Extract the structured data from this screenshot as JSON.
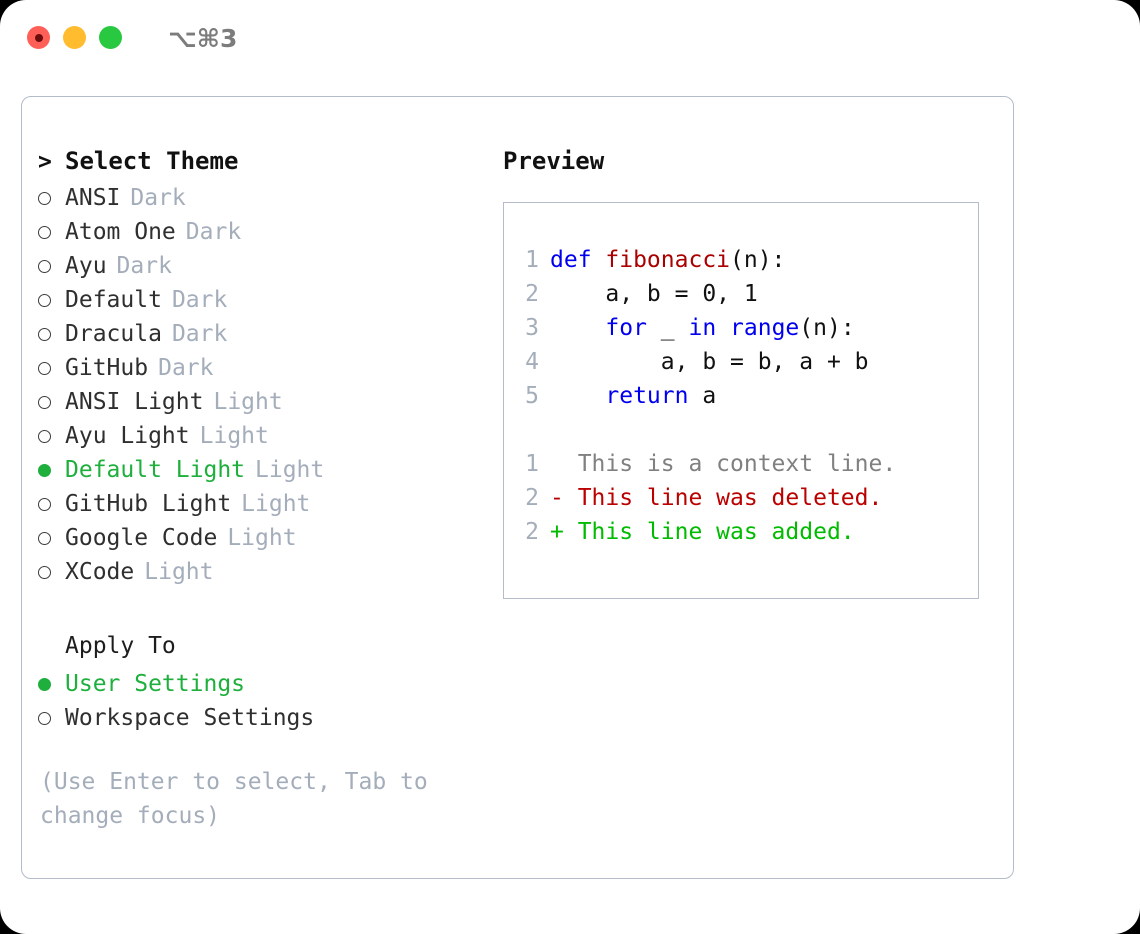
{
  "titlebar": {
    "shortcut": "⌥⌘3",
    "lights": [
      {
        "name": "close",
        "color": "#ff5f57"
      },
      {
        "name": "minimize",
        "color": "#febc2e"
      },
      {
        "name": "maximize",
        "color": "#28c840"
      }
    ]
  },
  "theme_picker": {
    "header_marker": ">",
    "header": "Select Theme",
    "items": [
      {
        "marker": "o",
        "selected": false,
        "name": "ANSI",
        "suffix": "Dark"
      },
      {
        "marker": "o",
        "selected": false,
        "name": "Atom One",
        "suffix": "Dark"
      },
      {
        "marker": "o",
        "selected": false,
        "name": "Ayu",
        "suffix": "Dark"
      },
      {
        "marker": "o",
        "selected": false,
        "name": "Default",
        "suffix": "Dark"
      },
      {
        "marker": "o",
        "selected": false,
        "name": "Dracula",
        "suffix": "Dark"
      },
      {
        "marker": "o",
        "selected": false,
        "name": "GitHub",
        "suffix": "Dark"
      },
      {
        "marker": "o",
        "selected": false,
        "name": "ANSI Light",
        "suffix": "Light"
      },
      {
        "marker": "o",
        "selected": false,
        "name": "Ayu Light",
        "suffix": "Light"
      },
      {
        "marker": "●",
        "selected": true,
        "name": "Default Light",
        "suffix": "Light"
      },
      {
        "marker": "o",
        "selected": false,
        "name": "GitHub Light",
        "suffix": "Light"
      },
      {
        "marker": "o",
        "selected": false,
        "name": "Google Code",
        "suffix": "Light"
      },
      {
        "marker": "o",
        "selected": false,
        "name": "XCode",
        "suffix": "Light"
      }
    ]
  },
  "apply_to": {
    "label": "Apply To",
    "items": [
      {
        "selected": true,
        "name": "User Settings"
      },
      {
        "selected": false,
        "name": "Workspace Settings"
      }
    ]
  },
  "hint": "(Use Enter to select, Tab to change focus)",
  "preview": {
    "title": "Preview",
    "code_lines": [
      {
        "no": "1",
        "tokens": [
          {
            "t": "def ",
            "c": "kw"
          },
          {
            "t": "fibonacci",
            "c": "fn"
          },
          {
            "t": "(n):",
            "c": "plain"
          }
        ]
      },
      {
        "no": "2",
        "tokens": [
          {
            "t": "    a, b = 0, 1",
            "c": "plain"
          }
        ]
      },
      {
        "no": "3",
        "tokens": [
          {
            "t": "    ",
            "c": "plain"
          },
          {
            "t": "for",
            "c": "kw"
          },
          {
            "t": " _ ",
            "c": "plain"
          },
          {
            "t": "in",
            "c": "kw"
          },
          {
            "t": " ",
            "c": "plain"
          },
          {
            "t": "range",
            "c": "kw"
          },
          {
            "t": "(n):",
            "c": "plain"
          }
        ]
      },
      {
        "no": "4",
        "tokens": [
          {
            "t": "        a, b = b, a + b",
            "c": "plain"
          }
        ]
      },
      {
        "no": "5",
        "tokens": [
          {
            "t": "    ",
            "c": "plain"
          },
          {
            "t": "return",
            "c": "kw"
          },
          {
            "t": " a",
            "c": "plain"
          }
        ]
      }
    ],
    "diff_lines": [
      {
        "no": "1",
        "kind": "ctx",
        "text": "  This is a context line."
      },
      {
        "no": "2",
        "kind": "del",
        "text": "- This line was deleted."
      },
      {
        "no": "2",
        "kind": "add",
        "text": "+ This line was added."
      }
    ]
  },
  "colors": {
    "accent_green": "#1eaf3c",
    "keyword_blue": "#0000ee",
    "function_red": "#aa0000",
    "diff_add": "#00bb00",
    "diff_del": "#bb0000",
    "muted": "#a4adba",
    "border": "#b3bcc8"
  }
}
